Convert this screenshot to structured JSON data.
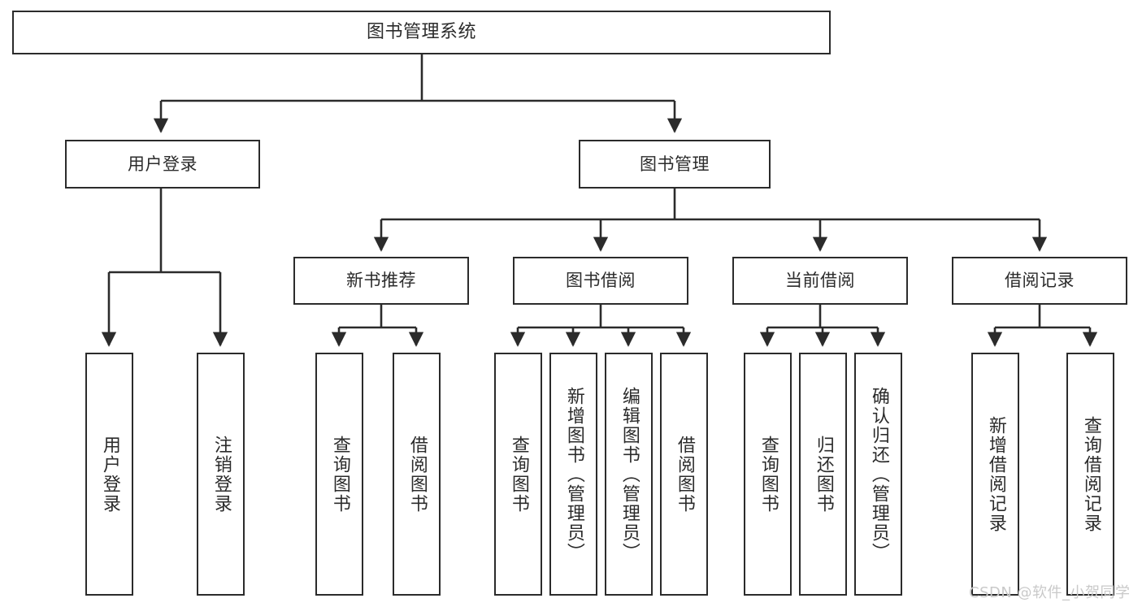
{
  "diagram": {
    "title": "图书管理系统",
    "type": "tree-hierarchy",
    "root": {
      "label": "图书管理系统"
    },
    "level2": [
      {
        "id": "user-login",
        "label": "用户登录"
      },
      {
        "id": "book-manage",
        "label": "图书管理"
      }
    ],
    "level3": [
      {
        "id": "new-book-recommend",
        "label": "新书推荐",
        "parent": "book-manage"
      },
      {
        "id": "book-borrow",
        "label": "图书借阅",
        "parent": "book-manage"
      },
      {
        "id": "current-borrow",
        "label": "当前借阅",
        "parent": "book-manage"
      },
      {
        "id": "borrow-record",
        "label": "借阅记录",
        "parent": "book-manage"
      }
    ],
    "leaves": [
      {
        "id": "leaf-user-login",
        "label": "用户登录",
        "parent": "user-login"
      },
      {
        "id": "leaf-logout-login",
        "label": "注销登录",
        "parent": "user-login"
      },
      {
        "id": "leaf-query-book-1",
        "label": "查询图书",
        "parent": "new-book-recommend"
      },
      {
        "id": "leaf-borrow-book-1",
        "label": "借阅图书",
        "parent": "new-book-recommend"
      },
      {
        "id": "leaf-query-book-2",
        "label": "查询图书",
        "parent": "book-borrow"
      },
      {
        "id": "leaf-add-book",
        "label": "新增图书（管理员）",
        "parent": "book-borrow"
      },
      {
        "id": "leaf-edit-book",
        "label": "编辑图书（管理员）",
        "parent": "book-borrow"
      },
      {
        "id": "leaf-borrow-book-2",
        "label": "借阅图书",
        "parent": "book-borrow"
      },
      {
        "id": "leaf-query-book-3",
        "label": "查询图书",
        "parent": "current-borrow"
      },
      {
        "id": "leaf-return-book",
        "label": "归还图书",
        "parent": "current-borrow"
      },
      {
        "id": "leaf-confirm-return",
        "label": "确认归还（管理员）",
        "parent": "current-borrow"
      },
      {
        "id": "leaf-add-record",
        "label": "新增借阅记录",
        "parent": "borrow-record"
      },
      {
        "id": "leaf-query-record",
        "label": "查询借阅记录",
        "parent": "borrow-record"
      }
    ],
    "watermark": "CSDN @软件_小贺同学",
    "colors": {
      "stroke": "#2b2b2b",
      "background": "#ffffff",
      "text": "#2b2b2b",
      "watermark": "#c9c9c9"
    }
  }
}
